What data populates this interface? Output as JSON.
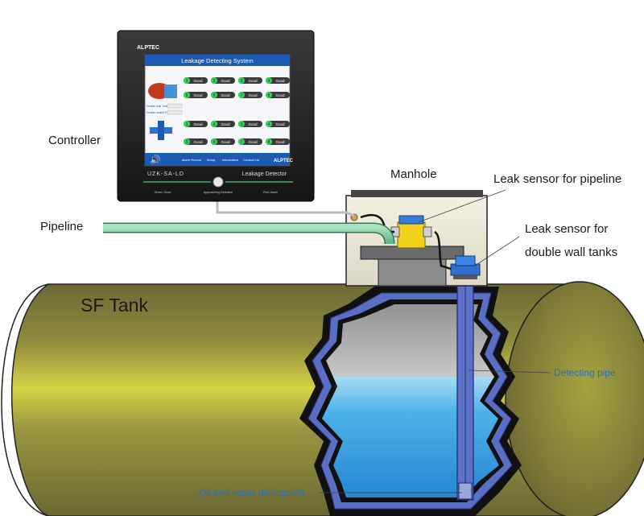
{
  "labels": {
    "controller": "Controller",
    "pipeline": "Pipeline",
    "manhole": "Manhole",
    "leak_sensor_pipeline": "Leak sensor for pipeline",
    "leak_sensor_tanks_line1": "Leak sensor for",
    "leak_sensor_tanks_line2": "double wall tanks",
    "sf_tank": "SF Tank",
    "detecting_pipe": "Detecting pipe",
    "oil_water": "Oil and water distinguish"
  },
  "controller_screen": {
    "brand": "ALPTEC",
    "title": "Leakage Detecting System",
    "status_text": "Good",
    "group1_ids": [
      "1",
      "2",
      "3",
      "4",
      "5",
      "6",
      "7",
      "8"
    ],
    "group2_ids": [
      "1",
      "2",
      "3",
      "4",
      "5",
      "6",
      "7",
      "8"
    ],
    "side_label_1": "Double wall Tank",
    "side_label_2": "Double-walled Pipe",
    "nav": [
      "Alarm Record",
      "Setup",
      "Information",
      "Contact Us"
    ],
    "model": "UZK-SA-LD",
    "device_name": "Leakage Detector",
    "led_green": "Green: Good",
    "led_middle": "Approaching Detection",
    "led_red": "Red: Alarm"
  },
  "colors": {
    "tank_body": "#8f8d3e",
    "tank_highlight": "#d9d44a",
    "water": "#4fb3e8",
    "wall_blue": "#5a6fc4",
    "pipeline_green": "#7ec9a0",
    "label_blue": "#2d6fbf"
  }
}
